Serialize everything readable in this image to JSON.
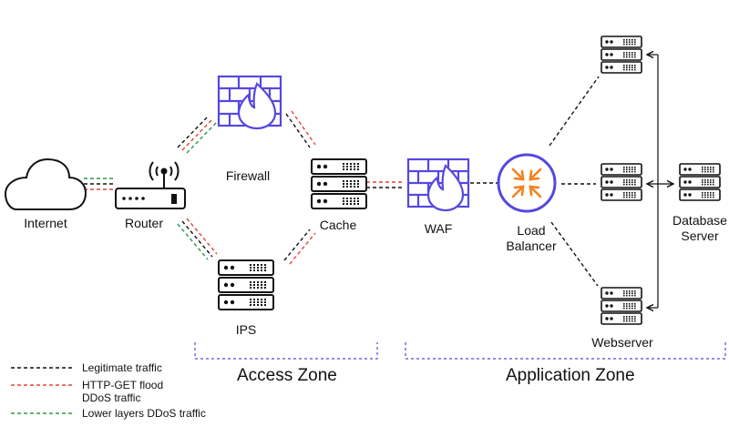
{
  "nodes": {
    "internet": "Internet",
    "router": "Router",
    "firewall": "Firewall",
    "ips": "IPS",
    "cache": "Cache",
    "waf": "WAF",
    "load_balancer_line1": "Load",
    "load_balancer_line2": "Balancer",
    "webserver": "Webserver",
    "database_line1": "Database",
    "database_line2": "Server"
  },
  "zones": {
    "access": "Access Zone",
    "application": "Application Zone"
  },
  "legend": [
    {
      "label": "Legitimate traffic",
      "color": "#111111"
    },
    {
      "label": "HTTP-GET flood",
      "label2": "DDoS traffic",
      "color": "#e0453a"
    },
    {
      "label": "Lower layers DDoS traffic",
      "color": "#2e9a4a"
    }
  ],
  "colors": {
    "accent": "#5548e0",
    "balancer_arrows": "#f5821f",
    "zone_bracket": "#5548e0"
  }
}
